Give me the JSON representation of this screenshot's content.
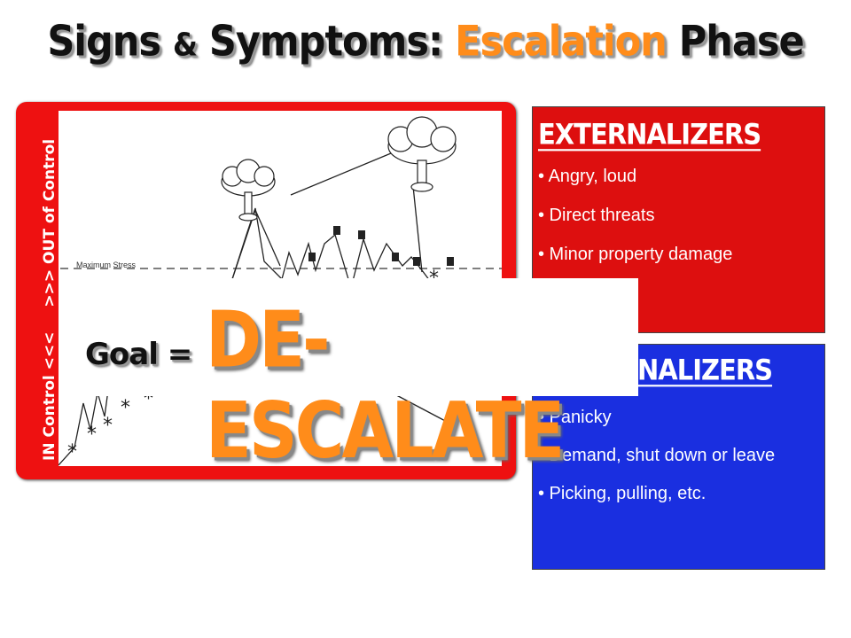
{
  "title": {
    "part1": "Signs ",
    "amp": "&",
    "part2": " Symptoms: ",
    "highlight": "Escalation",
    "part3": " Phase"
  },
  "side_label": {
    "bottom_text": "IN Control <<<",
    "top_text": ">>> OUT of Control"
  },
  "diagram": {
    "max_stress_label": "Maximum Stress"
  },
  "goal": {
    "prefix": "Goal =",
    "word": "DE-ESCALATE"
  },
  "externalizers": {
    "title": "EXTERNALIZERS",
    "items": [
      "• Angry, loud",
      "• Direct threats",
      "• Minor property damage"
    ]
  },
  "internalizers": {
    "title_visible": "NALIZERS",
    "items": [
      "• Panicky",
      "• Demand, shut down or leave",
      "• Picking, pulling, etc."
    ]
  },
  "colors": {
    "accent": "#ff8c1a",
    "ext_bg": "#dd0f0f",
    "int_bg": "#1a2fe0",
    "frame": "#ee1111"
  }
}
